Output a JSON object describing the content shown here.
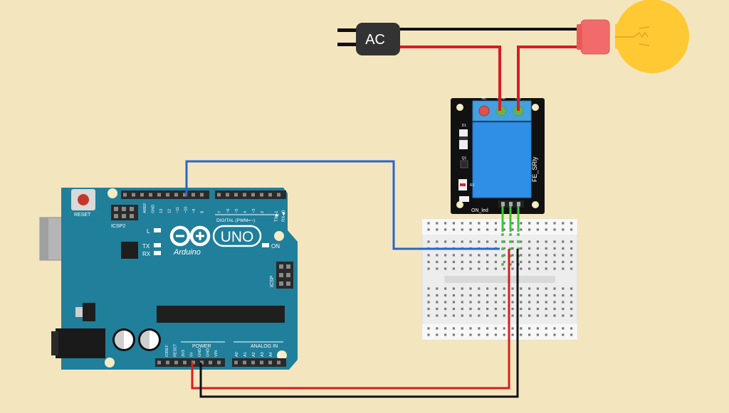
{
  "colors": {
    "background": "#f3e6bf",
    "arduino_board": "#207f9b",
    "relay_pcb": "#111111",
    "relay_body": "#2f8ee6",
    "terminal_block": "#44a0e0",
    "bulb_glass": "#ffc933",
    "bulb_base": "#f26b6b",
    "wire_red": "#d91d1d",
    "wire_black": "#111111",
    "wire_blue": "#2a66c9",
    "wire_green": "#33cc33"
  },
  "ac_plug": {
    "label": "AC"
  },
  "relay": {
    "label": "FE_SRly",
    "led_label": "ON_led",
    "terminal_labels": [
      "NC",
      "COM",
      "NO"
    ],
    "component_labels": [
      "Q1",
      "R1",
      "D1"
    ]
  },
  "arduino": {
    "logo_text": "UNO",
    "brand": "Arduino",
    "reset_label": "RESET",
    "icsp_label": "ICSP",
    "icsp2_label": "ICSP2",
    "digital_label": "DIGITAL (PWM=~)",
    "power_label": "POWER",
    "analog_label": "ANALOG IN",
    "on_label": "ON",
    "l_label": "L",
    "tx_label": "TX",
    "rx_label": "RX",
    "tx_pin_label": "TX▶1",
    "rx_pin_label": "RX◀0",
    "digital_pins": [
      "AREF",
      "GND",
      "13",
      "12",
      "~11",
      "~10",
      "~9",
      "8",
      "7",
      "~6",
      "~5",
      "4",
      "~3",
      "2"
    ],
    "power_pins": [
      "IOREF",
      "RESET",
      "3V3",
      "5V",
      "GND",
      "GND",
      "VIN"
    ],
    "analog_pins": [
      "A0",
      "A1",
      "A2",
      "A3",
      "A4",
      "A5"
    ]
  }
}
